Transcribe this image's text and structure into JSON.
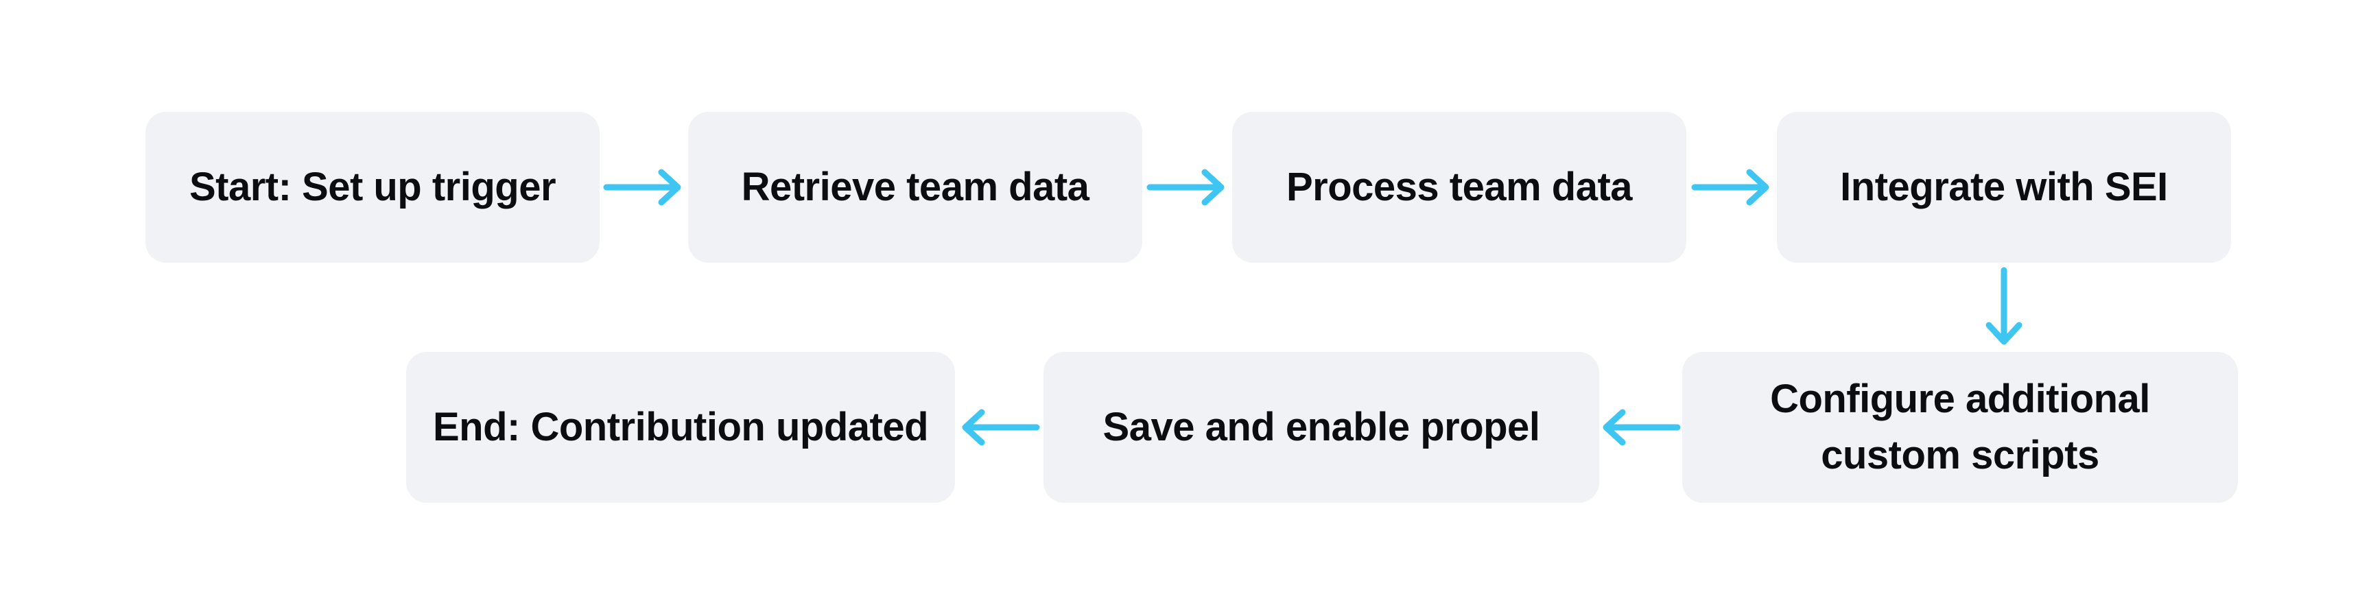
{
  "diagram": {
    "type": "flowchart",
    "title": "",
    "colors": {
      "background": "#ffffff",
      "node_fill": "#f1f2f6",
      "text": "#0c0d10",
      "arrow": "#3fc5f2"
    },
    "nodes": [
      {
        "id": "start",
        "label": "Start: Set up trigger"
      },
      {
        "id": "retrieve",
        "label": "Retrieve team data"
      },
      {
        "id": "process",
        "label": "Process team data"
      },
      {
        "id": "integrate",
        "label": "Integrate with SEI"
      },
      {
        "id": "configure",
        "label": "Configure additional custom scripts"
      },
      {
        "id": "save",
        "label": "Save and enable propel"
      },
      {
        "id": "end",
        "label": "End: Contribution updated"
      }
    ],
    "edges": [
      {
        "from": "start",
        "to": "retrieve",
        "direction": "right"
      },
      {
        "from": "retrieve",
        "to": "process",
        "direction": "right"
      },
      {
        "from": "process",
        "to": "integrate",
        "direction": "right"
      },
      {
        "from": "integrate",
        "to": "configure",
        "direction": "down"
      },
      {
        "from": "configure",
        "to": "save",
        "direction": "left"
      },
      {
        "from": "save",
        "to": "end",
        "direction": "left"
      }
    ]
  }
}
